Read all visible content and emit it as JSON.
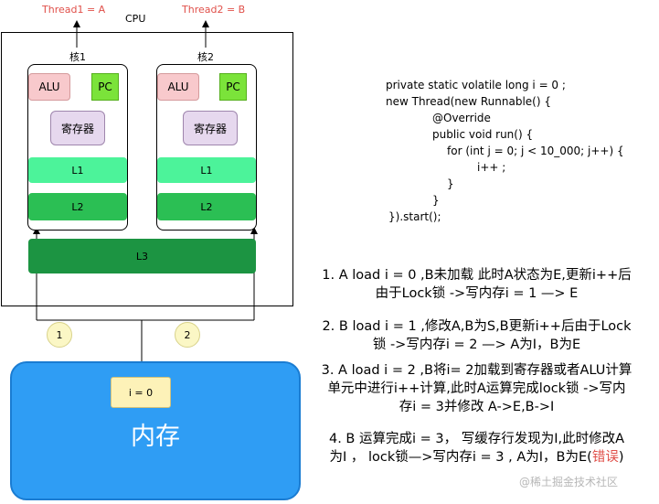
{
  "thread1_label": "Thread1 = A",
  "thread2_label": "Thread2 = B",
  "cpu_label": "CPU",
  "cores": [
    {
      "name": "核1",
      "alu": "ALU",
      "pc": "PC",
      "register": "寄存器",
      "l1": "L1",
      "l2": "L2"
    },
    {
      "name": "核2",
      "alu": "ALU",
      "pc": "PC",
      "register": "寄存器",
      "l1": "L1",
      "l2": "L2"
    }
  ],
  "l3": "L3",
  "bus_markers": [
    "1",
    "2"
  ],
  "memory": {
    "title": "内存",
    "value": "i = 0"
  },
  "code": [
    "private static volatile long i = 0 ;",
    "new Thread(new Runnable() {",
    "@Override",
    "public void run() {",
    "for (int j = 0; j < 10_000; j++) {",
    "i++ ;",
    "}",
    "}",
    "}).start();"
  ],
  "steps": [
    {
      "lines": [
        "1. A load i = 0 ,B未加载 此时A状态为E,更新i++后",
        "由于Lock锁 ->写内存i = 1 —> E"
      ],
      "error": ""
    },
    {
      "lines": [
        "2. B load i = 1 ,修改A,B为S,B更新i++后由于Lock",
        "锁 ->写内存i = 2 —> A为I，B为E"
      ],
      "error": ""
    },
    {
      "lines": [
        "3. A load i = 2 ,B将i= 2加载到寄存器或者ALU计算",
        "单元中进行i++计算,此时A运算完成lock锁 ->写内",
        "存i = 3并修改 A->E,B->I"
      ],
      "error": ""
    },
    {
      "lines": [
        "4. B 运算完成i = 3，  写缓存行发现为I,此时修改A",
        "为I ，  lock锁—>写内存i = 3 , A为I，B为E("
      ],
      "error": "错误",
      "tail": ")"
    }
  ],
  "watermark": "@稀土掘金技术社区",
  "colors": {
    "thread_label": "#e0504a",
    "error": "#e0504a",
    "memory": "#2f9df4",
    "l3": "#1c9442"
  }
}
